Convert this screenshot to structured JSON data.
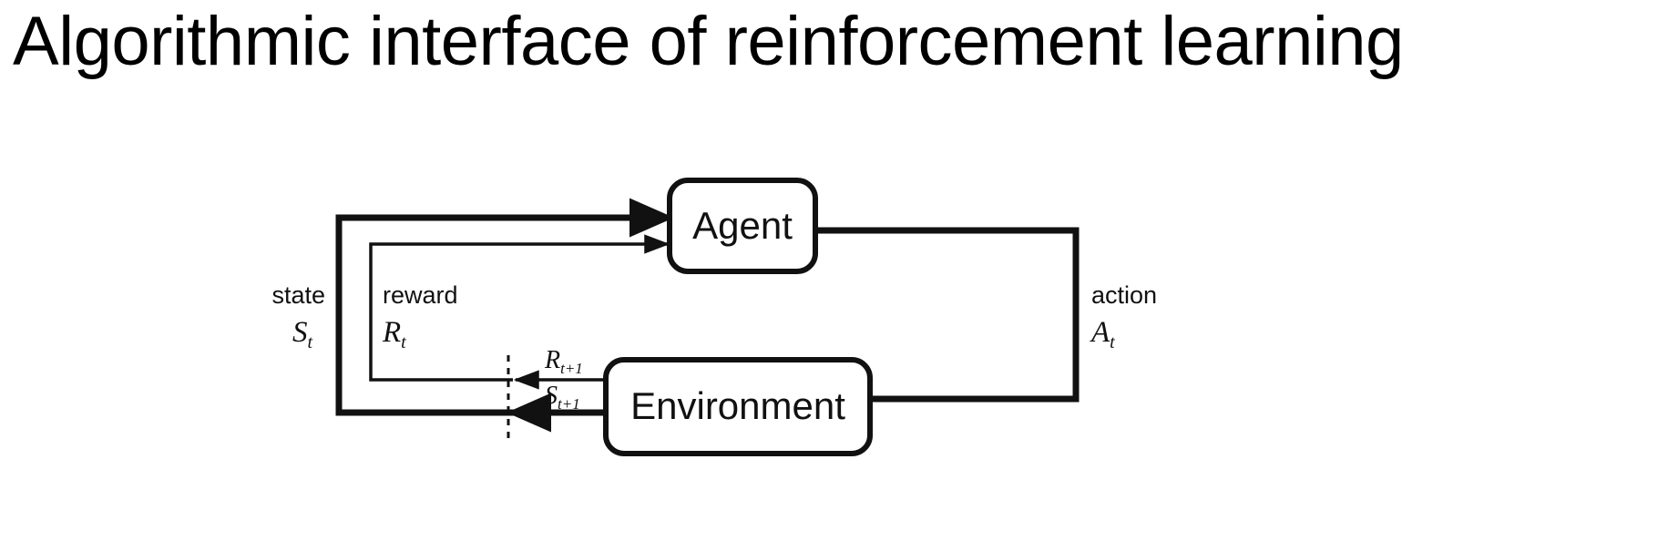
{
  "slide": {
    "title": "Algorithmic interface of reinforcement learning",
    "background_color": "#ffffff",
    "ink_color": "#111111"
  },
  "diagram": {
    "name": "agent-environment-interaction-loop",
    "nodes": [
      {
        "id": "agent",
        "label": "Agent"
      },
      {
        "id": "environment",
        "label": "Environment"
      }
    ],
    "labels": {
      "state_word": "state",
      "state_symbol": "S",
      "state_subscript": "t",
      "reward_word": "reward",
      "reward_symbol": "R",
      "reward_subscript": "t",
      "action_word": "action",
      "action_symbol": "A",
      "action_subscript": "t",
      "next_reward_symbol": "R",
      "next_reward_subscript": "t+1",
      "next_state_symbol": "S",
      "next_state_subscript": "t+1"
    },
    "edges": [
      {
        "id": "state-to-agent",
        "from": "environment",
        "to": "agent",
        "label": "state",
        "weight": "thick"
      },
      {
        "id": "reward-to-agent",
        "from": "environment",
        "to": "agent",
        "label": "reward",
        "weight": "thin"
      },
      {
        "id": "action-to-environment",
        "from": "agent",
        "to": "environment",
        "label": "action",
        "weight": "thick"
      },
      {
        "id": "next-reward",
        "from": "environment",
        "to": "time-boundary",
        "label": "R t+1",
        "weight": "thin"
      },
      {
        "id": "next-state",
        "from": "environment",
        "to": "time-boundary",
        "label": "S t+1",
        "weight": "thick"
      }
    ],
    "time_boundary": {
      "style": "dashed-vertical-line"
    }
  }
}
